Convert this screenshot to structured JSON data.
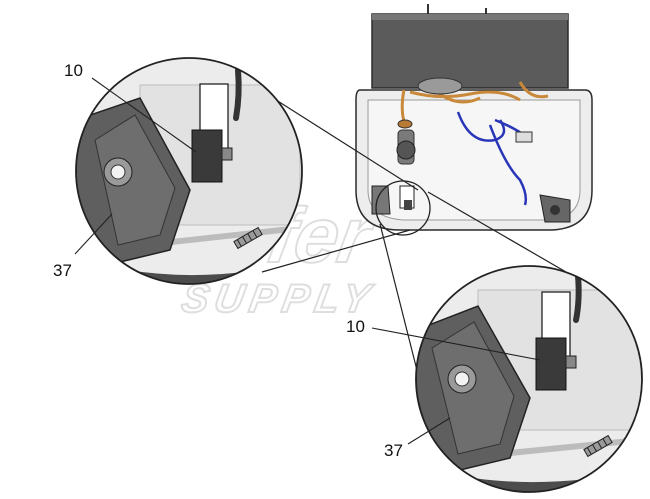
{
  "callouts": {
    "top_left_switch": "10",
    "top_left_housing": "37",
    "bottom_right_switch": "10",
    "bottom_right_housing": "37"
  },
  "watermark": {
    "line1": "Kiefer",
    "line2": "SUPPLY"
  },
  "colors": {
    "outline": "#2b2b2b",
    "housing_dark": "#5f5f5f",
    "housing_mid": "#8c8c8c",
    "panel_light": "#e6e6e6",
    "wire_blue": "#2a36b8",
    "copper": "#c9893a",
    "watermark": "#cfcfcf"
  }
}
